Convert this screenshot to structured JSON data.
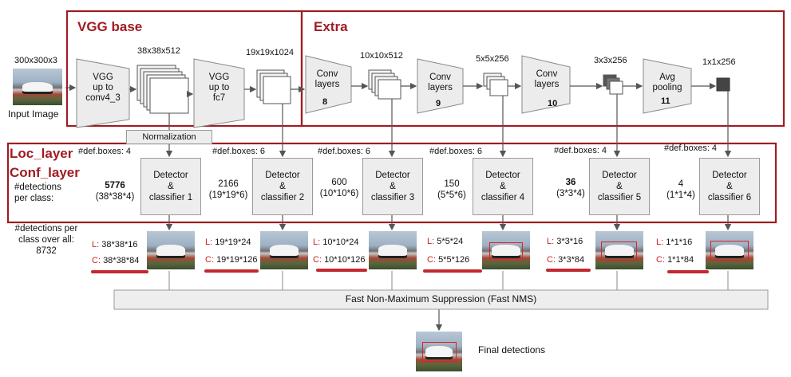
{
  "sections": {
    "vgg_base": "VGG base",
    "extra": "Extra",
    "loc_layer": "Loc_layer",
    "conf_layer": "Conf_layer"
  },
  "input": {
    "size": "300x300x3",
    "label": "Input Image"
  },
  "blocks": [
    {
      "id": "vgg1",
      "lines": [
        "VGG",
        "up to",
        "conv4_3"
      ],
      "num": ""
    },
    {
      "id": "vgg2",
      "lines": [
        "VGG",
        "up to",
        "fc7"
      ],
      "num": ""
    },
    {
      "id": "conv8",
      "lines": [
        "Conv",
        "layers"
      ],
      "num": "8"
    },
    {
      "id": "conv9",
      "lines": [
        "Conv",
        "layers"
      ],
      "num": "9"
    },
    {
      "id": "conv10",
      "lines": [
        "Conv",
        "layers"
      ],
      "num": "10"
    },
    {
      "id": "pool11",
      "lines": [
        "Avg",
        "pooling"
      ],
      "num": "11"
    }
  ],
  "feature_maps": [
    "38x38x512",
    "19x19x1024",
    "10x10x512",
    "5x5x256",
    "3x3x256",
    "1x1x256"
  ],
  "normalization": "Normalization",
  "def_boxes": [
    "#def.boxes: 4",
    "#def.boxes: 6",
    "#def.boxes: 6",
    "#def.boxes: 6",
    "#def.boxes: 4",
    "#def.boxes: 4"
  ],
  "detections_per_class_label": [
    "#detections",
    "per class:"
  ],
  "detectors": [
    {
      "lines": [
        "Detector",
        "&",
        "classifier 1"
      ],
      "count": "5776",
      "formula": "(38*38*4)"
    },
    {
      "lines": [
        "Detector",
        "&",
        "classifier 2"
      ],
      "count": "2166",
      "formula": "(19*19*6)"
    },
    {
      "lines": [
        "Detector",
        "&",
        "classifier 3"
      ],
      "count": "600",
      "formula": "(10*10*6)"
    },
    {
      "lines": [
        "Detector",
        "&",
        "classifier 4"
      ],
      "count": "150",
      "formula": "(5*5*6)"
    },
    {
      "lines": [
        "Detector",
        "&",
        "classifier 5"
      ],
      "count": "36",
      "formula": "(3*3*4)"
    },
    {
      "lines": [
        "Detector",
        "&",
        "classifier 6"
      ],
      "count": "4",
      "formula": "(1*1*4)"
    }
  ],
  "overall": [
    "#detections per",
    "class over all:",
    "8732"
  ],
  "outputs": [
    {
      "L": "38*38*16",
      "C": "38*38*84"
    },
    {
      "L": "19*19*24",
      "C": "19*19*126"
    },
    {
      "L": "10*10*24",
      "C": "10*10*126"
    },
    {
      "L": "5*5*24",
      "C": "5*5*126"
    },
    {
      "L": "3*3*16",
      "C": "3*3*84"
    },
    {
      "L": "1*1*16",
      "C": "1*1*84"
    }
  ],
  "output_prefix": {
    "L": "L:",
    "C": "C:"
  },
  "nms": "Fast Non-Maximum Suppression (Fast NMS)",
  "final": "Final detections",
  "colors": {
    "section_red": "#a01c22",
    "underline_red": "#c2282f",
    "box_fill": "#ededed"
  }
}
